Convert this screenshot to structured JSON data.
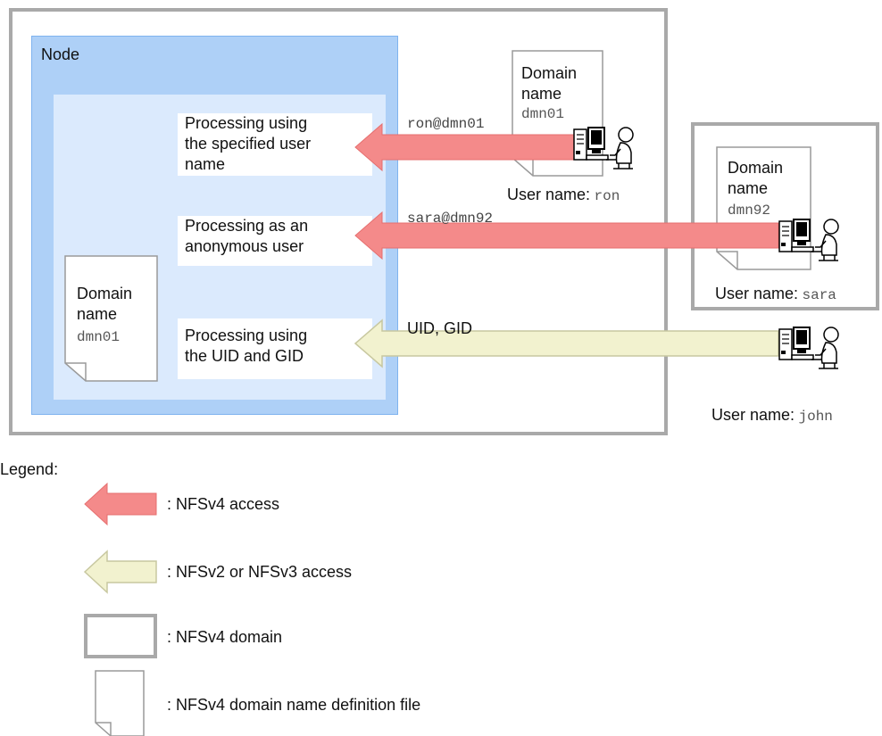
{
  "node": {
    "label": "Node"
  },
  "processing": {
    "named_user": "Processing using\nthe specified user\nname",
    "anonymous": "Processing as an\nanonymous user",
    "uid_gid": "Processing using\nthe UID and GID"
  },
  "files": {
    "node_file": {
      "title": "Domain\nname",
      "domain": "dmn01"
    },
    "ron_file": {
      "title": "Domain\nname",
      "domain": "dmn01"
    },
    "sara_file": {
      "title": "Domain\nname",
      "domain": "dmn92"
    }
  },
  "arrows": {
    "ron": "ron@dmn01",
    "sara": "sara@dmn92",
    "john": "UID, GID"
  },
  "users": {
    "ron": {
      "prefix": "User name:",
      "name": "ron"
    },
    "sara": {
      "prefix": "User name:",
      "name": "sara"
    },
    "john": {
      "prefix": "User name:",
      "name": "john"
    }
  },
  "legend": {
    "title": "Legend:",
    "nfsv4_access": ": NFSv4 access",
    "nfsv23_access": ": NFSv2 or NFSv3 access",
    "nfsv4_domain": ": NFSv4 domain",
    "definition_file": ": NFSv4 domain name definition file"
  },
  "colors": {
    "nfsv4_arrow": "#f48a8a",
    "nfsv23_arrow": "#f2f2cf",
    "node_fill": "#aed0f7",
    "inner_fill": "#dbeafd",
    "domain_border": "#a9a9a9"
  }
}
